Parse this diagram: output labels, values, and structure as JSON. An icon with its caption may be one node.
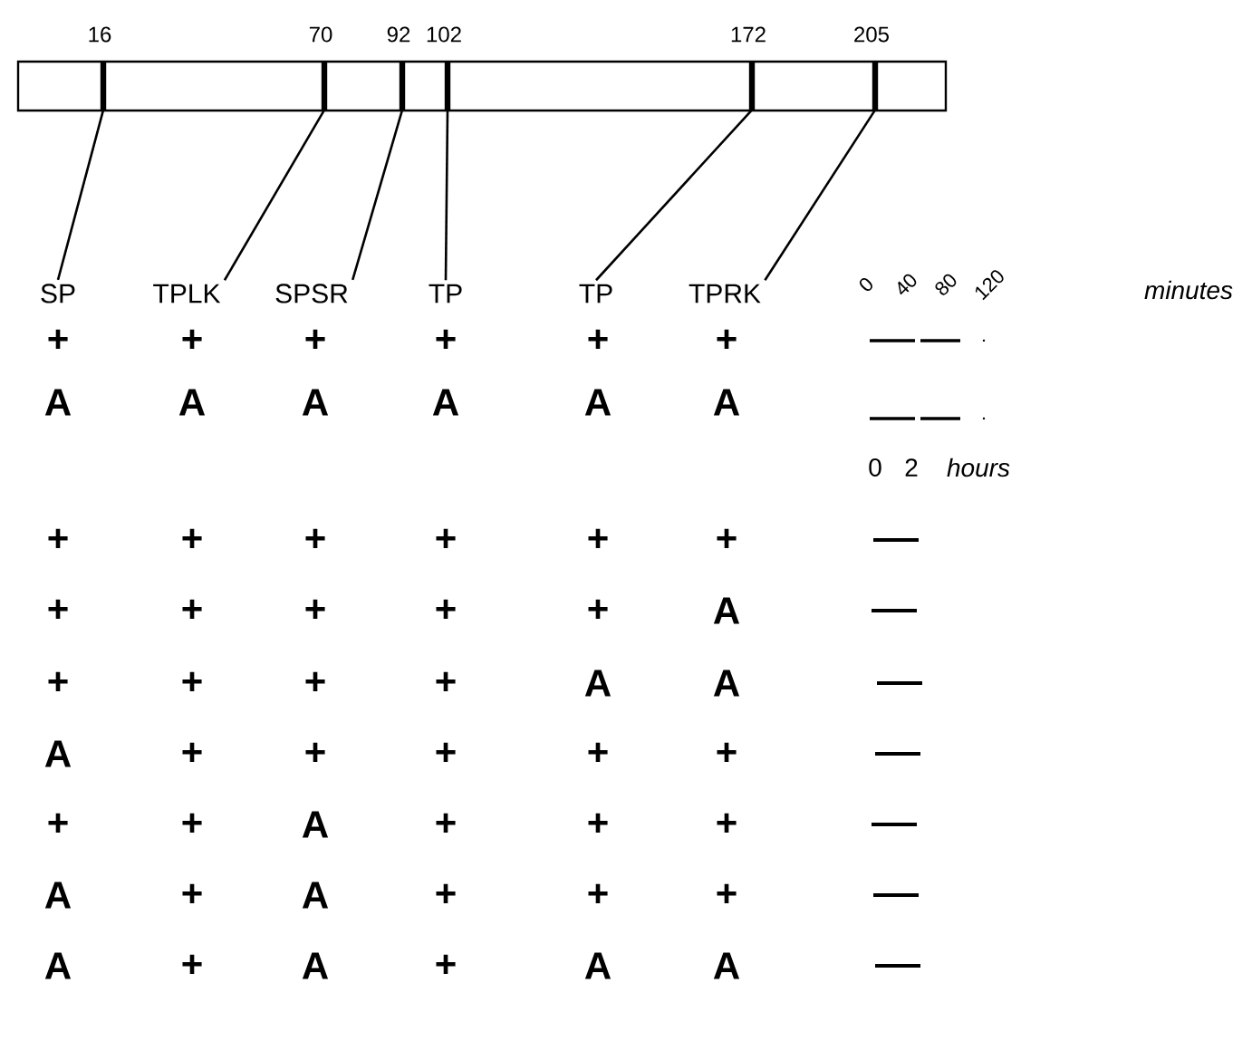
{
  "diagram": {
    "nodes": [
      {
        "text": [],
        "shape": "box"
      },
      {
        "text": [],
        "shape": "bar",
        "in": 0,
        "beside": [
          "16"
        ]
      },
      {
        "text": [],
        "shape": "bar",
        "in": 0,
        "beside": [
          "70"
        ]
      },
      {
        "text": [],
        "shape": "bar",
        "in": 0,
        "beside": [
          "92"
        ]
      },
      {
        "text": [],
        "shape": "bar",
        "in": 0,
        "beside": [
          "102"
        ]
      },
      {
        "text": [],
        "shape": "bar",
        "in": 0,
        "beside": [
          "172"
        ]
      },
      {
        "text": [],
        "shape": "bar",
        "in": 0,
        "beside": [
          "205"
        ]
      },
      {
        "text": [
          "SP"
        ]
      },
      {
        "text": [
          "TPLK"
        ]
      },
      {
        "text": [
          "SPSR"
        ]
      },
      {
        "text": [
          "TP"
        ]
      },
      {
        "text": [
          "TP"
        ]
      },
      {
        "text": [
          "TPRK"
        ]
      }
    ],
    "edges": [
      {
        "from": 7,
        "to": 1,
        "arrow": "none"
      },
      {
        "from": 8,
        "to": 2,
        "arrow": "none"
      },
      {
        "from": 9,
        "to": 3,
        "arrow": "none"
      },
      {
        "from": 10,
        "to": 4,
        "arrow": "none"
      },
      {
        "from": 11,
        "to": 5,
        "arrow": "none"
      },
      {
        "from": 12,
        "to": 6,
        "arrow": "none"
      }
    ],
    "labels": [
      "0",
      "40",
      "80",
      "120",
      "minutes",
      "+",
      "+",
      "+",
      "+",
      "+",
      "+",
      "A",
      "A",
      "A",
      "A",
      "A",
      "A",
      "0",
      "2",
      "hours",
      "+",
      "+",
      "+",
      "+",
      "+",
      "+",
      "+",
      "+",
      "+",
      "+",
      "+",
      "A",
      "+",
      "+",
      "+",
      "+",
      "A",
      "A",
      "A",
      "+",
      "+",
      "+",
      "+",
      "+",
      "+",
      "+",
      "A",
      "+",
      "+",
      "+",
      "A",
      "+",
      "A",
      "+",
      "+",
      "+",
      "A",
      "+",
      "A",
      "+",
      "A",
      "A"
    ]
  }
}
